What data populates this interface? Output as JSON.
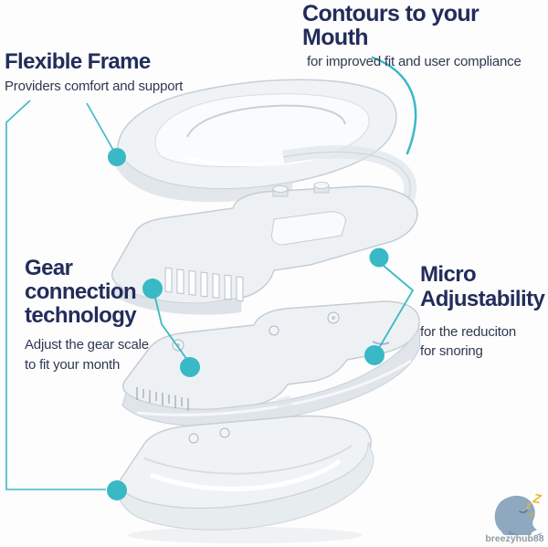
{
  "colors": {
    "accent_teal": "#39b9c5",
    "heading_navy": "#232d5a",
    "body_text_navy": "#2f3850",
    "watermark_grey": "#8f9aa2",
    "zzz_yellow": "#ecba24",
    "background": "#fdfdfe"
  },
  "callouts": {
    "contours": {
      "title": "Contours to your Mouth",
      "subtitle": "for improved fit and user compliance"
    },
    "flexible_frame": {
      "title": "Flexible Frame",
      "subtitle": "Providers comfort and support"
    },
    "gear_connection": {
      "title": "Gear\nconnection\ntechnology",
      "subtitle": "Adjust the gear scale\nto fit your month"
    },
    "micro_adjustability": {
      "title": "Micro\nAdjustability",
      "subtitle": "for the reduciton\nfor snoring"
    }
  },
  "illustration": {
    "name": "anti-snoring-mouthguard-exploded-view",
    "layers": [
      "upper-tray",
      "upper-gear-frame",
      "lower-gear-frame",
      "lower-tray"
    ]
  },
  "watermark": {
    "icon": "sleeping-head-zzz-icon",
    "zzz": [
      "Z",
      "z",
      "z"
    ],
    "text": "breezyhub88"
  }
}
